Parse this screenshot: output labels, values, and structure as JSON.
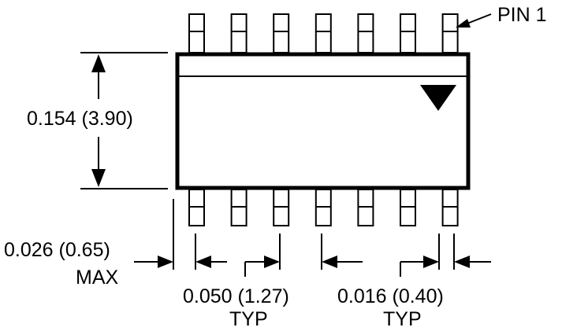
{
  "pin_count_per_side": 7,
  "labels": {
    "pin1": "PIN 1",
    "body_width": "0.154 (3.90)",
    "lead_length_value": "0.026 (0.65)",
    "lead_length_note": "MAX",
    "pitch_value": "0.050 (1.27)",
    "pitch_note": "TYP",
    "lead_width_value": "0.016 (0.40)",
    "lead_width_note": "TYP"
  },
  "colors": {
    "stroke": "#000000",
    "background": "#ffffff"
  },
  "icons": {
    "pin1_marker": "triangle-down-icon"
  }
}
